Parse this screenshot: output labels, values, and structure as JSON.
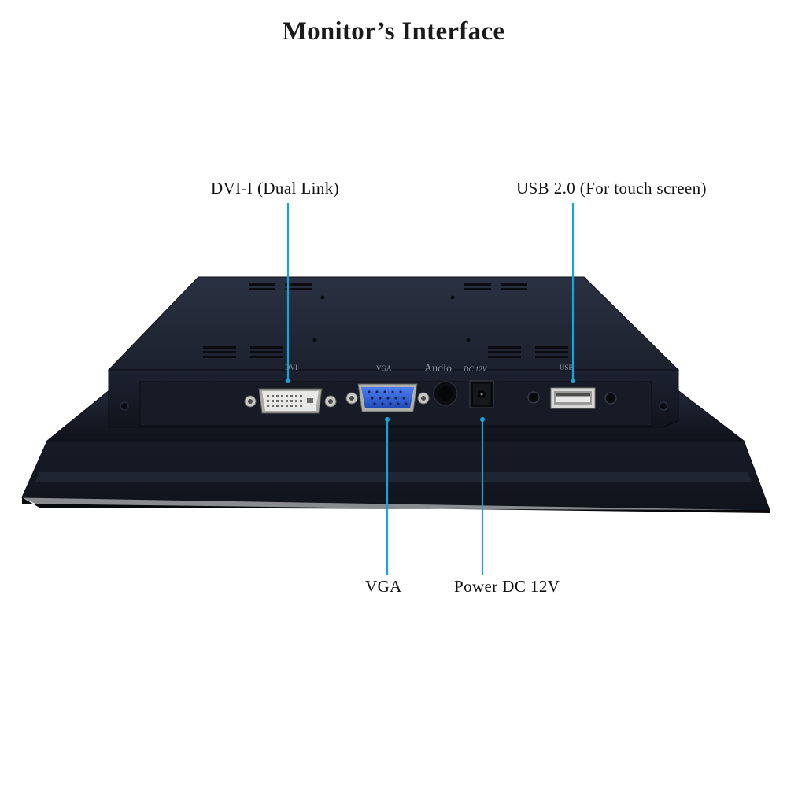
{
  "title": "Monitor’s Interface",
  "callouts": {
    "dvi": "DVI-I (Dual Link)",
    "usb": "USB 2.0 (For touch screen)",
    "vga": "VGA",
    "power": "Power DC 12V"
  },
  "panel_labels": {
    "dvi": "DVI",
    "vga": "VGA",
    "audio": "Audio",
    "dc": "DC 12V",
    "usb": "USB"
  },
  "colors": {
    "callout_line": "#1aa3d9",
    "chassis_dark": "#12161f",
    "chassis_mid": "#1e2431",
    "vga_blue": "#2c5fd6",
    "dvi_white": "#e8e8e6"
  }
}
